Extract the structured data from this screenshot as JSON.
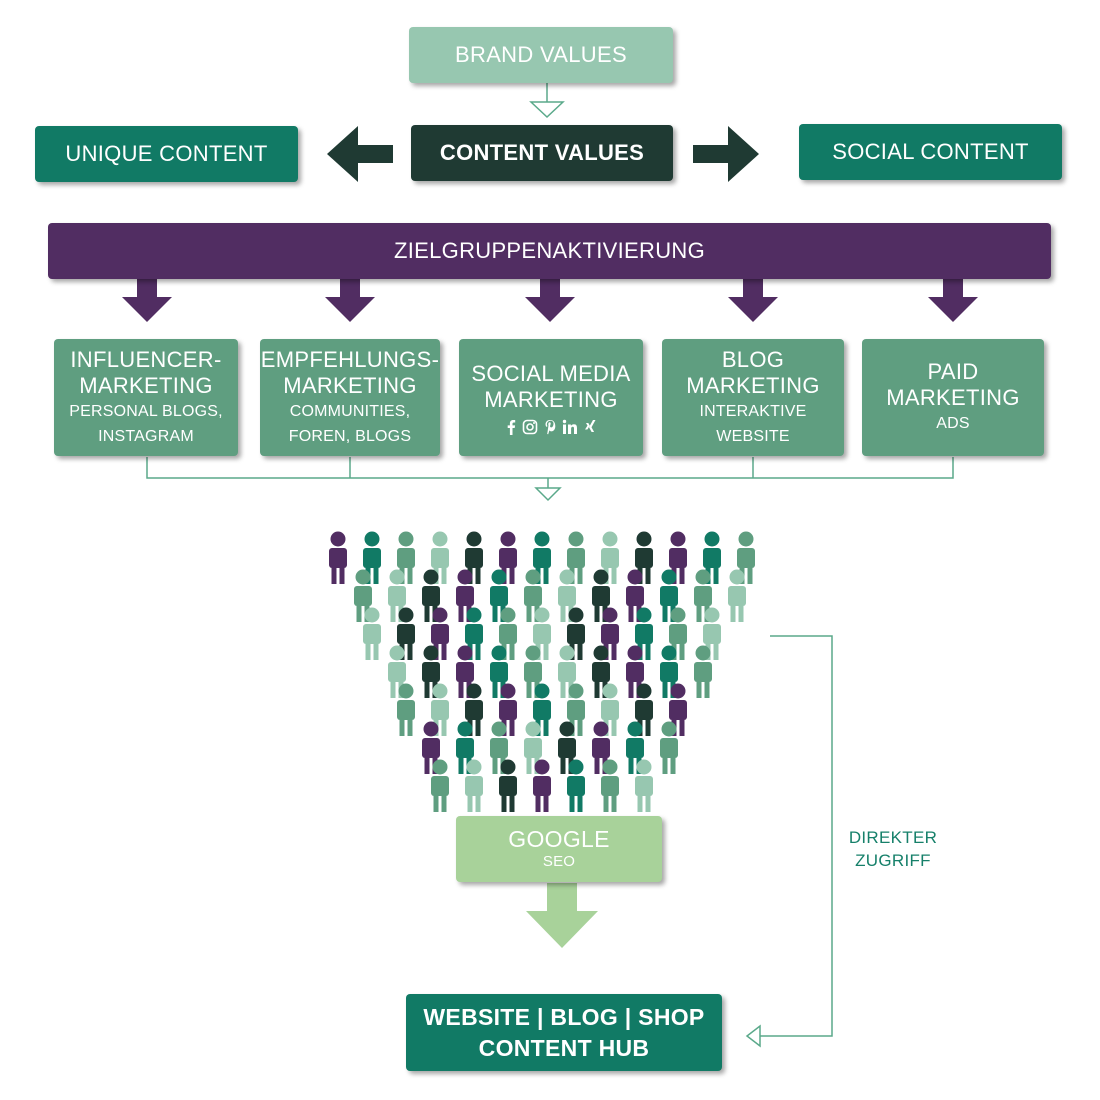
{
  "colors": {
    "light_green": "#97c7b0",
    "dark_teal": "#117a65",
    "near_black": "#1f3a33",
    "purple": "#512d62",
    "medium_green": "#5f9e80",
    "pale_green": "#a8d29a",
    "connector": "#5aa98a",
    "person_palette": [
      "#512d62",
      "#97c7b0",
      "#117a65",
      "#1f3a33",
      "#5f9e80"
    ]
  },
  "brand_values": {
    "label": "BRAND VALUES"
  },
  "content_values": {
    "label": "CONTENT VALUES"
  },
  "unique_content": {
    "label": "UNIQUE CONTENT"
  },
  "social_content": {
    "label": "SOCIAL CONTENT"
  },
  "target_activation": {
    "label": "ZIELGRUPPENAKTIVIERUNG"
  },
  "channels": [
    {
      "title": [
        "INFLUENCER-",
        "MARKETING"
      ],
      "subtitle": [
        "PERSONAL BLOGS,",
        "INSTAGRAM"
      ]
    },
    {
      "title": [
        "EMPFEHLUNGS-",
        "MARKETING"
      ],
      "subtitle": [
        "COMMUNITIES,",
        "FOREN, BLOGS"
      ]
    },
    {
      "title": [
        "SOCIAL MEDIA",
        "MARKETING"
      ],
      "icons": [
        "facebook-icon",
        "instagram-icon",
        "pinterest-icon",
        "linkedin-icon",
        "xing-icon"
      ],
      "icon_glyphs": "f ◎ p in x"
    },
    {
      "title": [
        "BLOG",
        "MARKETING"
      ],
      "subtitle": [
        "INTERAKTIVE WEBSITE"
      ]
    },
    {
      "title": [
        "PAID",
        "MARKETING"
      ],
      "subtitle": [
        "ADS"
      ]
    }
  ],
  "google": {
    "title": "GOOGLE",
    "subtitle": "SEO"
  },
  "direct_access": {
    "lines": [
      "DIREKTER",
      "ZUGRIFF"
    ]
  },
  "hub": {
    "line1": "WEBSITE | BLOG | SHOP",
    "line2": "CONTENT HUB"
  },
  "crowd": {
    "description_rows": [
      13,
      12,
      11,
      10,
      9,
      8,
      7
    ]
  }
}
